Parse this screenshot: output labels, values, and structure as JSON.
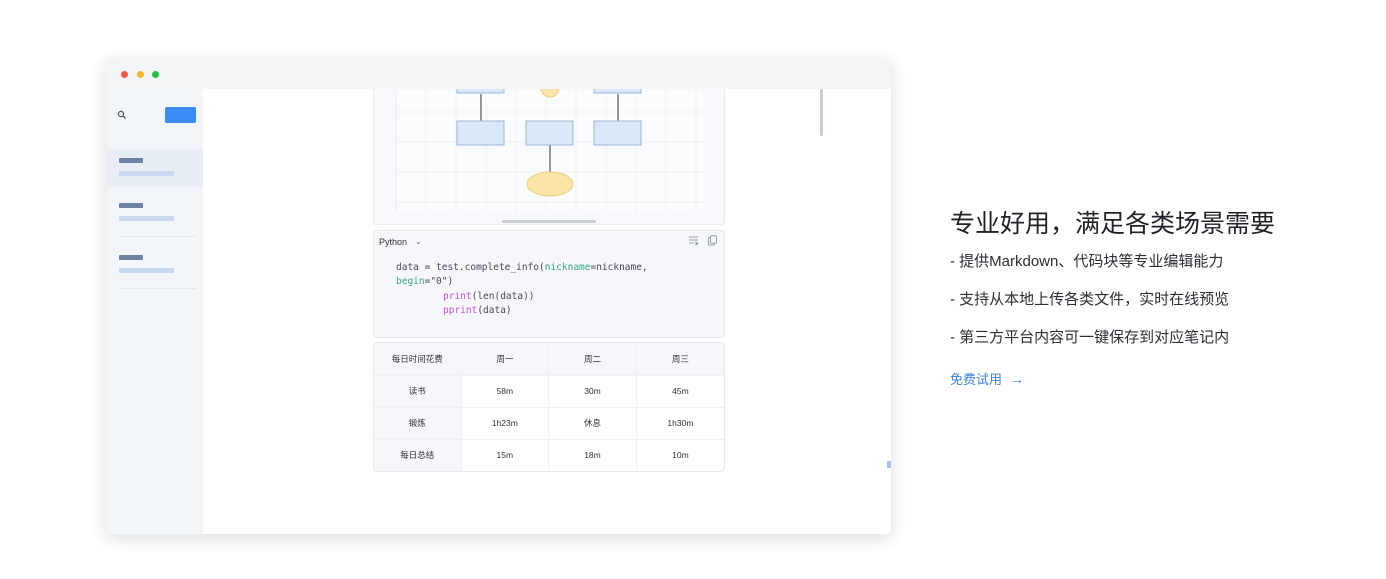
{
  "sidebar": {
    "search_icon": "search-icon",
    "primary_color": "#3b8cf6"
  },
  "code_block": {
    "language": "Python",
    "line1_a": "data = test.complete_info(",
    "line1_kw": "nickname",
    "line1_b": "=nickname,",
    "line2_kw": "begin",
    "line2_b": "=\"0\")",
    "line3_kw": "print",
    "line3_b": "(len(data))",
    "line4_kw": "pprint",
    "line4_b": "(data)"
  },
  "table": {
    "headers": [
      "每日时间花费",
      "周一",
      "周二",
      "周三"
    ],
    "rows": [
      [
        "读书",
        "58m",
        "30m",
        "45m"
      ],
      [
        "锻炼",
        "1h23m",
        "休息",
        "1h30m"
      ],
      [
        "每日总结",
        "15m",
        "18m",
        "10m"
      ]
    ]
  },
  "marketing": {
    "headline": "专业好用，满足各类场景需要",
    "features": [
      "- 提供Markdown、代码块等专业编辑能力",
      "- 支持从本地上传各类文件，实时在线预览",
      "- 第三方平台内容可一键保存到对应笔记内"
    ],
    "cta_label": "免费试用",
    "cta_arrow": "→",
    "accent_color": "#3b82d6"
  }
}
